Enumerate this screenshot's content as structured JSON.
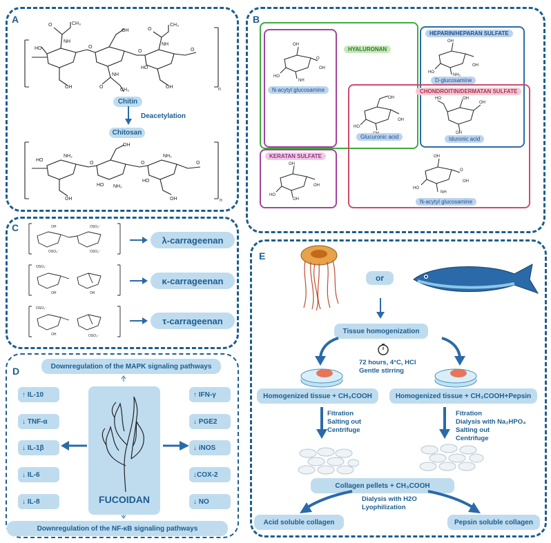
{
  "panel_a": {
    "letter": "A",
    "chitin": "Chitin",
    "deacetylation": "Deacetylation",
    "chitosan": "Chitosan",
    "n_label": "n"
  },
  "panel_b": {
    "letter": "B",
    "hyaluronan": "HYALURONAN",
    "heparin": "HEPARIN/HEPARAN  SULFATE",
    "chondroitin": "CHONDROITIN/DERMATAN SULFATE",
    "keratan": "KERATAN SULFATE",
    "n_acetyl_glucosamine_1": "N-acytyl glucosamine",
    "glucuronic_acid": "Glucuronic acid",
    "d_glucosamine": "D-glucosamine",
    "iduronic_acid": "Iduronic acid",
    "n_acetyl_glucosamine_2": "N-acytyl glucosamine"
  },
  "panel_c": {
    "letter": "C",
    "lambda": "λ-carrageenan",
    "kappa": "κ-carrageenan",
    "tau": "τ-carrageenan"
  },
  "panel_d": {
    "letter": "D",
    "top": "Downregulation of the MAPK signaling pathways",
    "bottom": "Downregulation of the NF-κB signaling pathways",
    "center": "FUCOIDAN",
    "left_items": [
      "↑ IL-10",
      "↓ TNF-α",
      "↓ IL-1β",
      "↓  IL-6",
      "↓  IL-8"
    ],
    "right_items": [
      "↑ IFN-γ",
      "↓ PGE2",
      "↓ iNOS",
      "↓COX-2",
      "↓  NO"
    ]
  },
  "panel_e": {
    "letter": "E",
    "or": "or",
    "tissue_homogenization": "Tissue homogenization",
    "conditions": "72 hours, 4°C, HCl\nGentle stirring",
    "homog_left": "Homogenized tissue + CH₃COOH",
    "homog_right": "Homogenized tissue + CH₃COOH+Pepsin",
    "steps_left": "Fitration\nSalting out\nCentrifuge",
    "steps_right": "Fitration\nDialysis with Na₂HPO₄\nSalting out\nCentrifuge",
    "pellets": "Collagen pellets + CH₃COOH",
    "final_steps": "Dialysis with H2O\nLyophilization",
    "acid": "Acid soluble collagen",
    "pepsin": "Pepsin soluble collagen"
  },
  "colors": {
    "panel_border": "#1b5d8f",
    "pill_bg": "#bfdcef",
    "hyaluronan_green": "#3daa3d",
    "heparin_blue": "#2a6aa8",
    "chondroitin_red": "#d04a6a",
    "keratan_purple": "#a0449c"
  }
}
